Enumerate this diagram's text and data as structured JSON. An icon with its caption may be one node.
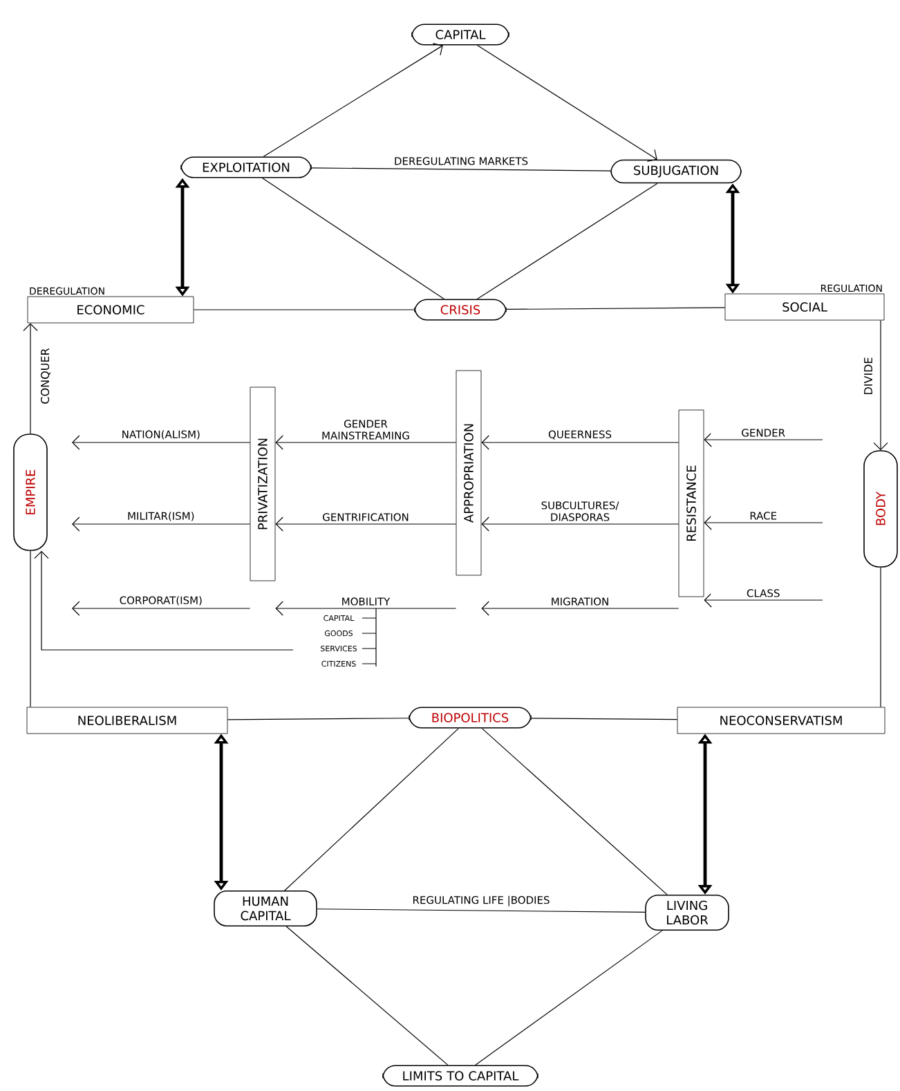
{
  "diagram": {
    "nodes": [
      {
        "text": [
          "CAPITAL"
        ]
      },
      {
        "text": [
          "EXPLOITATION"
        ]
      },
      {
        "text": [
          "SUBJUGATION"
        ]
      },
      {
        "text": [
          "ECONOMIC"
        ],
        "beside": [
          "DEREGULATION"
        ]
      },
      {
        "text": [
          "CRISIS"
        ]
      },
      {
        "text": [
          "SOCIAL"
        ],
        "beside": [
          "REGULATION"
        ]
      },
      {
        "text": [
          "EMPIRE"
        ]
      },
      {
        "text": [
          "BODY"
        ]
      },
      {
        "text": [
          "PRIVATIZATION"
        ]
      },
      {
        "text": [
          "APPROPRIATION"
        ]
      },
      {
        "text": [
          "RESISTANCE"
        ]
      },
      {
        "text": [
          "NEOLIBERALISM"
        ]
      },
      {
        "text": [
          "BIOPOLITICS"
        ]
      },
      {
        "text": [
          "NEOCONSERVATISM"
        ]
      },
      {
        "text": [
          "HUMAN CAPITAL"
        ]
      },
      {
        "text": [
          "LIVING LABOR"
        ]
      },
      {
        "text": [
          "LIMITS TO CAPITAL"
        ]
      }
    ],
    "edges": [
      {
        "from": 1,
        "to": 0,
        "arrow": "to"
      },
      {
        "from": 0,
        "to": 2,
        "arrow": "to"
      },
      {
        "from": 1,
        "to": 2,
        "arrow": "none",
        "label": "DEREGULATING MARKETS"
      },
      {
        "from": 1,
        "to": 4,
        "arrow": "none"
      },
      {
        "from": 2,
        "to": 4,
        "arrow": "none"
      },
      {
        "from": 1,
        "to": 3,
        "arrow": "both",
        "style": "thick"
      },
      {
        "from": 2,
        "to": 5,
        "arrow": "both",
        "style": "thick"
      },
      {
        "from": 3,
        "to": 4,
        "arrow": "none"
      },
      {
        "from": 4,
        "to": 5,
        "arrow": "none"
      },
      {
        "from": 6,
        "to": 3,
        "arrow": "to",
        "label": "CONQUER"
      },
      {
        "from": 5,
        "to": 7,
        "arrow": "to",
        "label": "DIVIDE"
      },
      {
        "from": 6,
        "to": 11,
        "arrow": "none"
      },
      {
        "from": 7,
        "to": 13,
        "arrow": "none"
      },
      {
        "from": 11,
        "to": 12,
        "arrow": "none"
      },
      {
        "from": 12,
        "to": 13,
        "arrow": "none"
      },
      {
        "from": 11,
        "to": 14,
        "arrow": "both",
        "style": "thick"
      },
      {
        "from": 13,
        "to": 15,
        "arrow": "both",
        "style": "thick"
      },
      {
        "from": 12,
        "to": 14,
        "arrow": "none"
      },
      {
        "from": 12,
        "to": 15,
        "arrow": "none"
      },
      {
        "from": 14,
        "to": 15,
        "arrow": "none",
        "label": "REGULATING LIFE |BODIES"
      },
      {
        "from": 14,
        "to": 16,
        "arrow": "none"
      },
      {
        "from": 15,
        "to": 16,
        "arrow": "none"
      },
      {
        "from": null,
        "to": 10,
        "arrow": "to",
        "label": "GENDER"
      },
      {
        "from": null,
        "to": 10,
        "arrow": "to",
        "label": "RACE"
      },
      {
        "from": null,
        "to": 10,
        "arrow": "to",
        "label": "CLASS"
      },
      {
        "from": 10,
        "to": 9,
        "arrow": "to",
        "label": "QUEERNESS"
      },
      {
        "from": 10,
        "to": 9,
        "arrow": "to",
        "label": "SUBCULTURES/ DIASPORAS"
      },
      {
        "from": 10,
        "to": 9,
        "arrow": "to",
        "label": "MIGRATION"
      },
      {
        "from": 9,
        "to": 8,
        "arrow": "to",
        "label": "GENDER MAINSTREAMING"
      },
      {
        "from": 9,
        "to": 8,
        "arrow": "to",
        "label": "GENTRIFICATION"
      },
      {
        "from": 9,
        "to": 8,
        "arrow": "to",
        "label": "MOBILITY"
      },
      {
        "from": 8,
        "to": null,
        "arrow": "to",
        "label": "NATION(ALISM)"
      },
      {
        "from": 8,
        "to": null,
        "arrow": "to",
        "label": "MILITAR(ISM)"
      },
      {
        "from": 8,
        "to": null,
        "arrow": "to",
        "label": "CORPORAT(ISM)"
      },
      {
        "from": null,
        "to": 6,
        "arrow": "to"
      }
    ],
    "labels": [
      "CAPITAL",
      "GOODS",
      "SERVICES",
      "CITIZENS"
    ]
  }
}
